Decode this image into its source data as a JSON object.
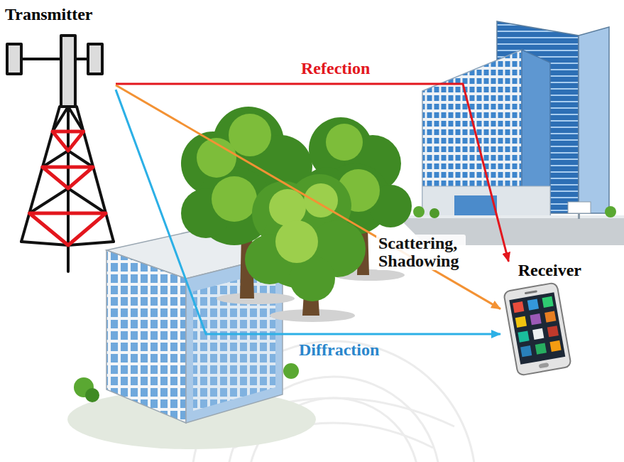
{
  "diagram": {
    "nodes": [
      {
        "text": [
          "Transmitter"
        ]
      },
      {
        "text": [
          "Receiver"
        ]
      }
    ],
    "edges": [
      {
        "from": 0,
        "to": 1,
        "arrow": "to",
        "label": "Refection"
      },
      {
        "from": 0,
        "to": 1,
        "arrow": "to",
        "label": "Scattering, Shadowing"
      },
      {
        "from": 0,
        "to": 1,
        "arrow": "to",
        "label": "Diffraction"
      }
    ]
  }
}
